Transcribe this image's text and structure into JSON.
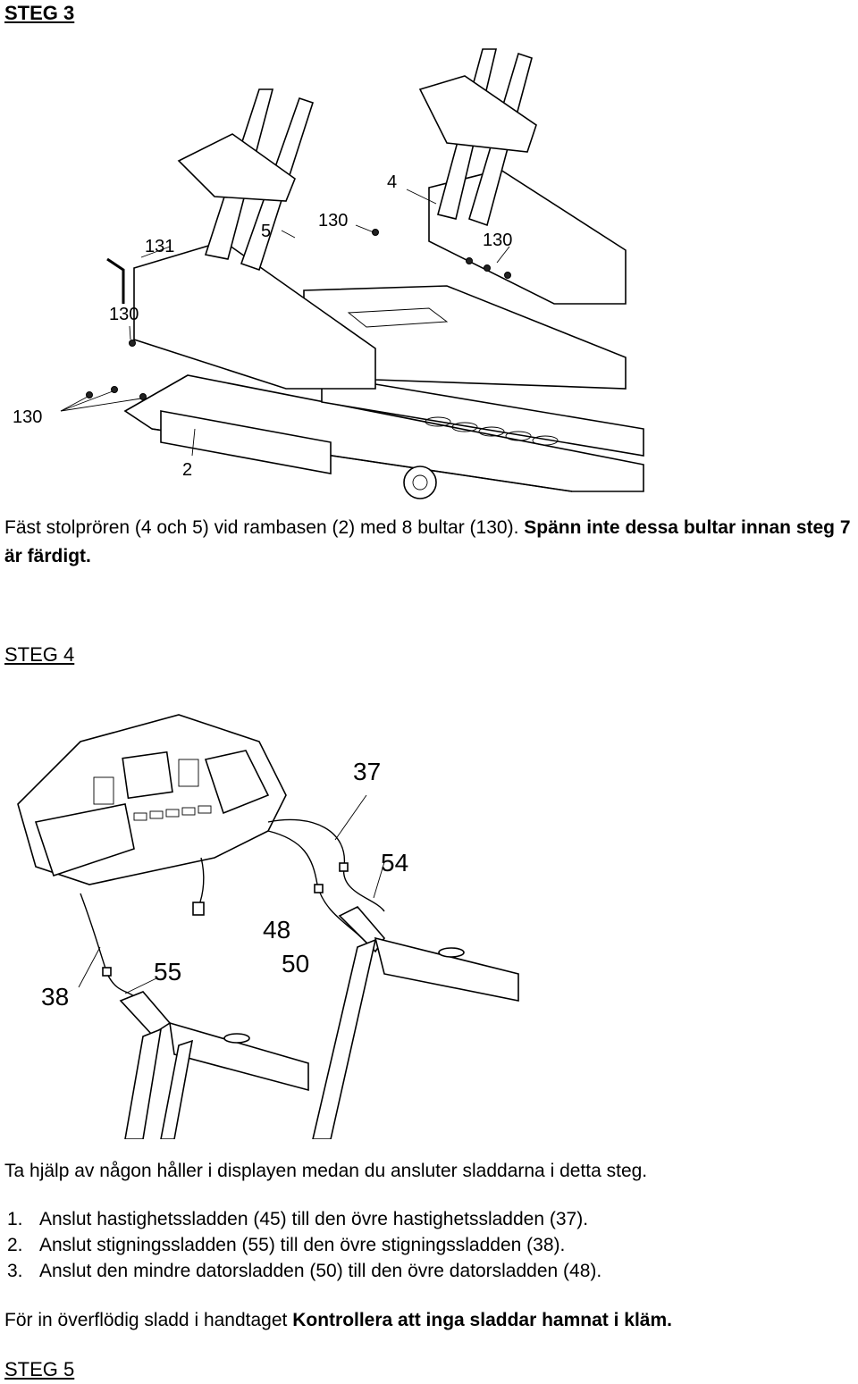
{
  "step3": {
    "heading": "STEG 3",
    "labels": [
      "4",
      "131",
      "5",
      "130",
      "130",
      "130",
      "130",
      "2"
    ],
    "text_regular": "Fäst stolprören (4 och 5) vid rambasen (2) med 8 bultar (130). ",
    "text_bold": "Spänn inte dessa bultar innan steg 7 är färdigt."
  },
  "step4": {
    "heading": "STEG 4",
    "labels": [
      "37",
      "54",
      "48",
      "50",
      "38",
      "55"
    ],
    "intro": "Ta hjälp av någon håller i displayen medan du ansluter sladdarna i detta steg.",
    "list": [
      {
        "num": "1.",
        "text": "Anslut hastighetssladden (45) till den övre hastighetssladden (37)."
      },
      {
        "num": "2.",
        "text": "Anslut stigningssladden (55) till den övre stigningssladden (38)."
      },
      {
        "num": "3.",
        "text": "Anslut den mindre datorsladden (50) till den övre datorsladden (48)."
      }
    ],
    "note_regular": "För in överflödig sladd i handtaget ",
    "note_bold": "Kontrollera att inga sladdar hamnat i kläm."
  },
  "step5": {
    "heading": "STEG 5"
  }
}
